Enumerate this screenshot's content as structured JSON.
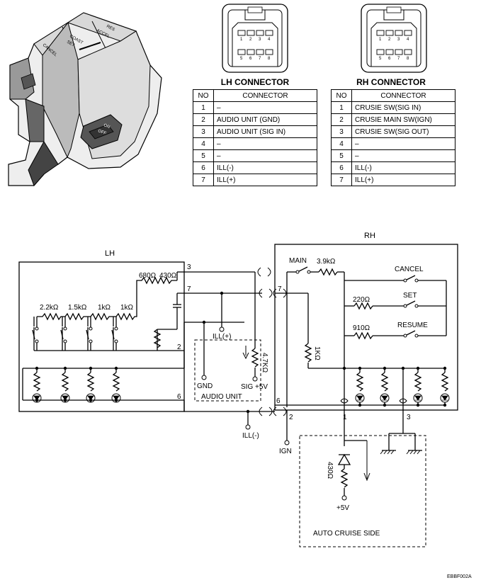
{
  "switch_labels": {
    "cancel": "CANCEL",
    "coast_set_1": "COAST",
    "coast_set_2": "SET",
    "res_accel_1": "RES",
    "res_accel_2": "ACCEL",
    "on": "ON",
    "off": "OFF"
  },
  "connector_pins_top": [
    "1",
    "2",
    "3",
    "4"
  ],
  "connector_pins_bottom": [
    "5",
    "6",
    "7",
    "8"
  ],
  "lh_connector": {
    "title": "LH CONNECTOR",
    "header_no": "NO",
    "header_connector": "CONNECTOR",
    "rows": [
      {
        "no": "1",
        "desc": "–"
      },
      {
        "no": "2",
        "desc": "AUDIO UNIT (GND)"
      },
      {
        "no": "3",
        "desc": "AUDIO UNIT (SIG IN)"
      },
      {
        "no": "4",
        "desc": "–"
      },
      {
        "no": "5",
        "desc": "–"
      },
      {
        "no": "6",
        "desc": "ILL(-)"
      },
      {
        "no": "7",
        "desc": "ILL(+)"
      }
    ]
  },
  "rh_connector": {
    "title": "RH CONNECTOR",
    "header_no": "NO",
    "header_connector": "CONNECTOR",
    "rows": [
      {
        "no": "1",
        "desc": "CRUSIE SW(SIG IN)"
      },
      {
        "no": "2",
        "desc": "CRUSIE MAIN SW(IGN)"
      },
      {
        "no": "3",
        "desc": "CRUSIE SW(SIG OUT)"
      },
      {
        "no": "4",
        "desc": "–"
      },
      {
        "no": "5",
        "desc": "–"
      },
      {
        "no": "6",
        "desc": "ILL(-)"
      },
      {
        "no": "7",
        "desc": "ILL(+)"
      }
    ]
  },
  "circuit": {
    "lh_title": "LH",
    "rh_title": "RH",
    "r_680": "680Ω",
    "r_430_top": "430Ω",
    "r_2_2k": "2.2kΩ",
    "r_1_5k": "1.5kΩ",
    "r_1k_a": "1kΩ",
    "r_1k_b": "1kΩ",
    "lh_pin_3": "3",
    "lh_pin_7": "7",
    "lh_pin_2": "2",
    "lh_pin_6": "6",
    "ill_plus": "ILL(+)",
    "ill_minus": "ILL(-)",
    "r_4_7k": "4.7KΩ",
    "gnd": "GND",
    "sig_5v": "SIG +5V",
    "audio_unit": "AUDIO UNIT",
    "main": "MAIN",
    "r_3_9k": "3.9kΩ",
    "cancel": "CANCEL",
    "set": "SET",
    "resume": "RESUME",
    "r_220": "220Ω",
    "r_910": "910Ω",
    "r_1k_rh": "1KΩ",
    "rh_pin_7": "7",
    "rh_pin_6": "6",
    "rh_pin_2": "2",
    "rh_pin_1": "1",
    "rh_pin_3": "3",
    "ign": "IGN",
    "r_430_bottom": "430Ω",
    "plus_5v": "+5V",
    "auto_cruise_side": "AUTO CRUISE SIDE"
  },
  "figure_code": "EBBF002A"
}
